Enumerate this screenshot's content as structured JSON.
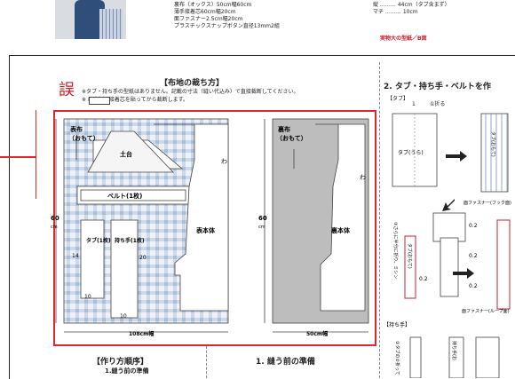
{
  "header": {
    "materials": [
      "裏布（オックス）50cm幅60cm",
      "薄手接着芯60cm幅20cm",
      "面ファスナー2.5cm幅20cm",
      "プラスチックスナップボタン直径13mm2組"
    ],
    "sizes": [
      "縦 ……… 44cm（タブ含まず）",
      "マチ ……… 10cm"
    ],
    "pattern_note": "実物大の型紙／B面"
  },
  "error_label": "誤",
  "cutting": {
    "title": "【布地の裁ち方】",
    "note1": "※タブ・持ち手の型紙はありません。記載の寸法（縫い代込み）で直接裁断してください。",
    "note2": "※ は裏側に接着芯を貼ってから裁断します。",
    "left": {
      "label1": "表布",
      "label2": "（おもて）",
      "top_piece": "土台",
      "belt": "ベルト(1枚)",
      "tab": "タブ(1枚)",
      "handle": "持ち手(1枚)",
      "body": "表本体",
      "wa": "わ",
      "height": "60",
      "height_unit": "cm",
      "width": "108cm幅",
      "dim14": "14",
      "dim10a": "10",
      "dim20": "20",
      "dim10b": "10"
    },
    "right": {
      "label1": "裏布",
      "label2": "（おもて）",
      "body": "裏本体",
      "wa": "わ",
      "height": "60",
      "height_unit": "cm",
      "width": "50cm幅"
    }
  },
  "steps": {
    "order_title": "【作り方順序】",
    "order_item": "1.縫う前の準備",
    "step1_title": "1. 縫う前の準備",
    "step2_title": "2. タブ・持ち手・ベルトを作",
    "tab_label": "【タブ】",
    "fold_label": "①折る",
    "num1": "1",
    "tab_back": "タブ(うら)",
    "tab_front": "タブ(おもて)",
    "tab_front2": "タブ(おもて)",
    "fold3": "③さらに半分に折り、ミシン",
    "dim02a": "0.2",
    "dim02b": "0.2",
    "dim02c": "0.2",
    "dim02d": "0.2",
    "velcro_hook": "面ファスナー(フック面)",
    "velcro_loop": "面ファスナー(ループ面)",
    "handle_label": "【持ち手】",
    "handle_fold": "①タブの②折って",
    "handle_front": "持ち手(お"
  },
  "colors": {
    "accent": "#c8202a",
    "error_box": "#e0262f",
    "fabric_check": "#a9bfd9",
    "lining_gray": "#bdbdbd"
  }
}
